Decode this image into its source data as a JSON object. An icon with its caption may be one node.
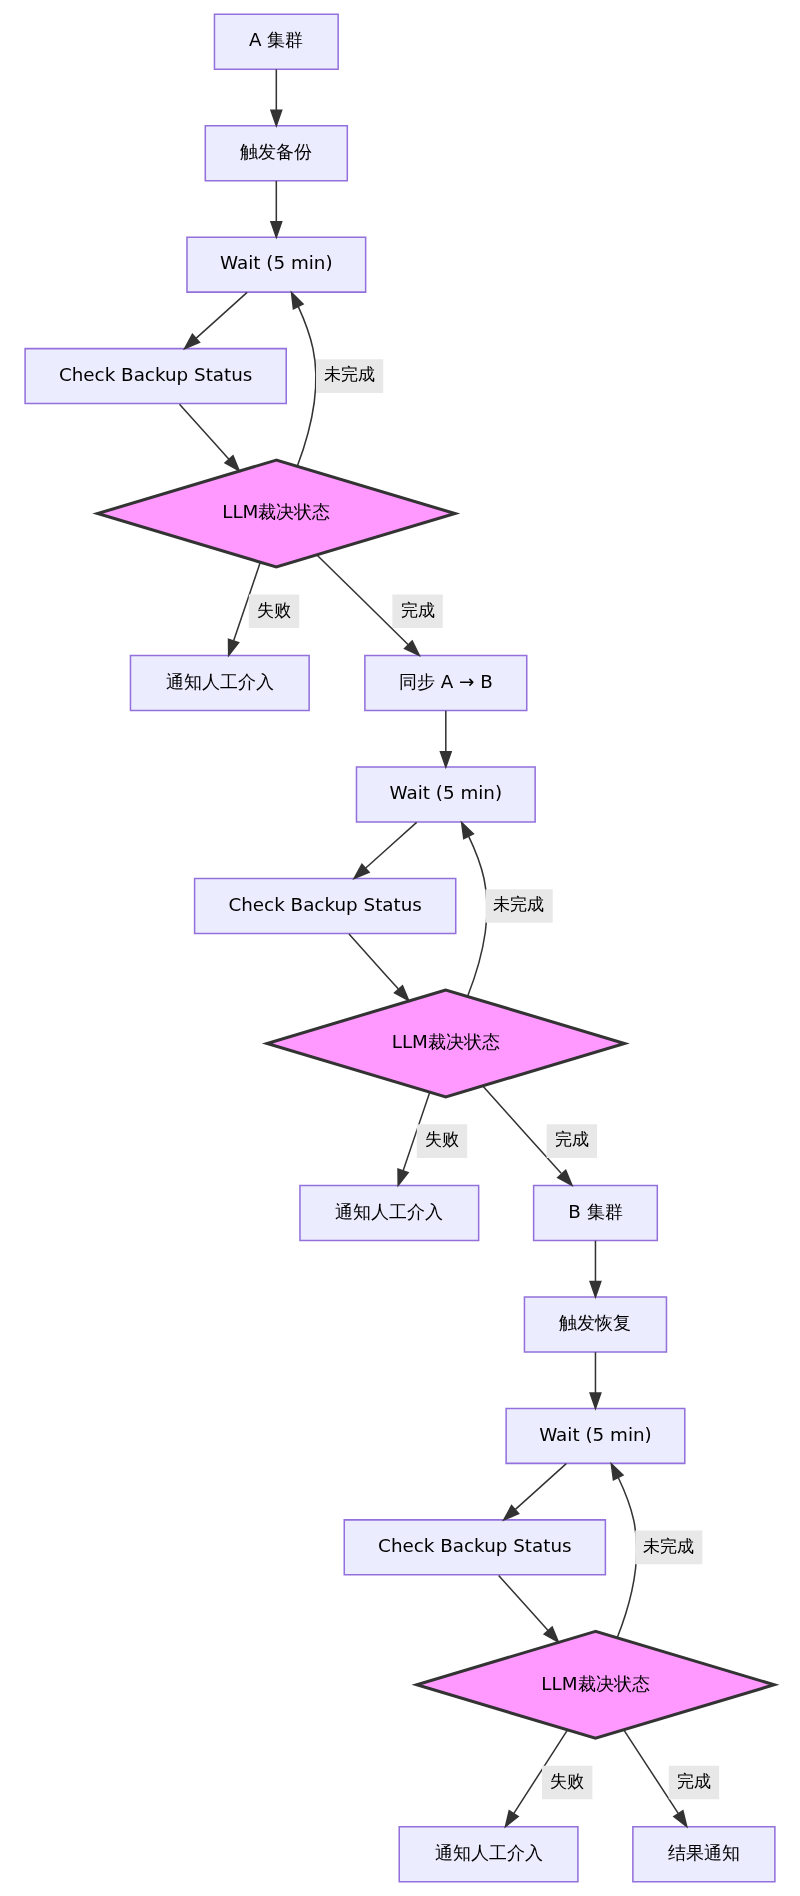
{
  "diagram": {
    "nodes": [
      {
        "text": [
          "A 集群"
        ]
      },
      {
        "text": [
          "触发备份"
        ]
      },
      {
        "text": [
          "Wait (5 min)"
        ]
      },
      {
        "text": [
          "Check Backup Status"
        ]
      },
      {
        "text": [
          "LLM裁决状态"
        ]
      },
      {
        "text": [
          "通知人工介入"
        ]
      },
      {
        "text": [
          "同步 A → B"
        ]
      },
      {
        "text": [
          "Wait (5 min)"
        ]
      },
      {
        "text": [
          "Check Backup Status"
        ]
      },
      {
        "text": [
          "LLM裁决状态"
        ]
      },
      {
        "text": [
          "通知人工介入"
        ]
      },
      {
        "text": [
          "B 集群"
        ]
      },
      {
        "text": [
          "触发恢复"
        ]
      },
      {
        "text": [
          "Wait (5 min)"
        ]
      },
      {
        "text": [
          "Check Backup Status"
        ]
      },
      {
        "text": [
          "LLM裁决状态"
        ]
      },
      {
        "text": [
          "通知人工介入"
        ]
      },
      {
        "text": [
          "结果通知"
        ]
      }
    ],
    "edges": [
      {
        "from": 0,
        "to": 1,
        "arrow": "to"
      },
      {
        "from": 1,
        "to": 2,
        "arrow": "to"
      },
      {
        "from": 2,
        "to": 3,
        "arrow": "to"
      },
      {
        "from": 3,
        "to": 4,
        "arrow": "to"
      },
      {
        "from": 4,
        "to": 2,
        "arrow": "to",
        "label": "未完成"
      },
      {
        "from": 4,
        "to": 5,
        "arrow": "to",
        "label": "失败"
      },
      {
        "from": 4,
        "to": 6,
        "arrow": "to",
        "label": "完成"
      },
      {
        "from": 6,
        "to": 7,
        "arrow": "to"
      },
      {
        "from": 7,
        "to": 8,
        "arrow": "to"
      },
      {
        "from": 8,
        "to": 9,
        "arrow": "to"
      },
      {
        "from": 9,
        "to": 7,
        "arrow": "to",
        "label": "未完成"
      },
      {
        "from": 9,
        "to": 10,
        "arrow": "to",
        "label": "失败"
      },
      {
        "from": 9,
        "to": 11,
        "arrow": "to",
        "label": "完成"
      },
      {
        "from": 11,
        "to": 12,
        "arrow": "to"
      },
      {
        "from": 12,
        "to": 13,
        "arrow": "to"
      },
      {
        "from": 13,
        "to": 14,
        "arrow": "to"
      },
      {
        "from": 14,
        "to": 15,
        "arrow": "to"
      },
      {
        "from": 15,
        "to": 13,
        "arrow": "to",
        "label": "未完成"
      },
      {
        "from": 15,
        "to": 16,
        "arrow": "to",
        "label": "失败"
      },
      {
        "from": 15,
        "to": 17,
        "arrow": "to",
        "label": "完成"
      }
    ]
  }
}
